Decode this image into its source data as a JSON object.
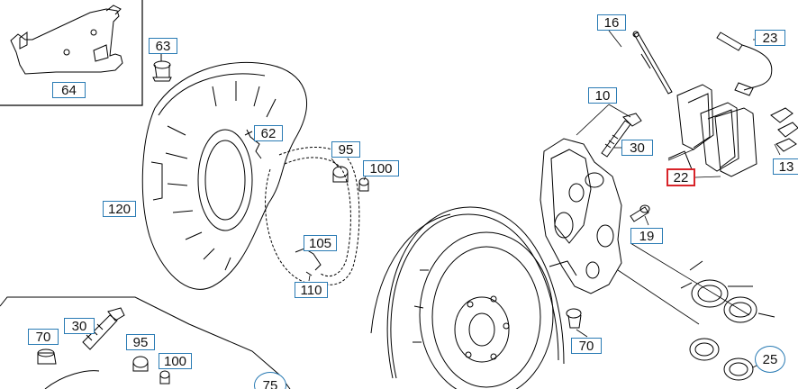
{
  "callouts": [
    {
      "id": "c64",
      "text": "64"
    },
    {
      "id": "c63",
      "text": "63"
    },
    {
      "id": "c62",
      "text": "62"
    },
    {
      "id": "c95a",
      "text": "95"
    },
    {
      "id": "c100a",
      "text": "100"
    },
    {
      "id": "c120",
      "text": "120"
    },
    {
      "id": "c105",
      "text": "105"
    },
    {
      "id": "c110",
      "text": "110"
    },
    {
      "id": "c16",
      "text": "16"
    },
    {
      "id": "c23",
      "text": "23"
    },
    {
      "id": "c10",
      "text": "10"
    },
    {
      "id": "c30a",
      "text": "30"
    },
    {
      "id": "c22",
      "text": "22"
    },
    {
      "id": "c13",
      "text": "13"
    },
    {
      "id": "c19",
      "text": "19"
    },
    {
      "id": "c70a",
      "text": "70"
    },
    {
      "id": "c25",
      "text": "25"
    },
    {
      "id": "c70b",
      "text": "70"
    },
    {
      "id": "c30b",
      "text": "30"
    },
    {
      "id": "c95b",
      "text": "95"
    },
    {
      "id": "c100b",
      "text": "100"
    },
    {
      "id": "c75",
      "text": "75"
    }
  ],
  "colors": {
    "callout_border": "#2a7bb4",
    "highlight_border": "#d8242a",
    "line": "#000000"
  }
}
